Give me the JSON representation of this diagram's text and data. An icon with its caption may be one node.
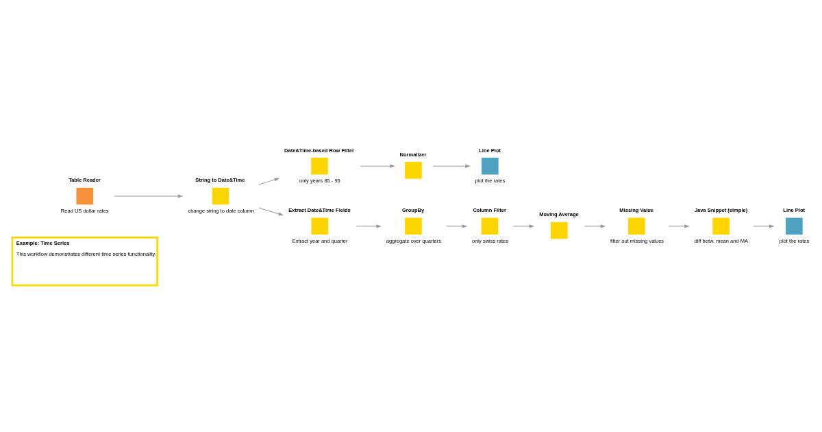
{
  "diagram": {
    "nodes": [
      {
        "text": [
          "Example: Time Series",
          "This workflow demonstrates different time series functionality."
        ]
      },
      {
        "text": [
          "Date&Time-based Row Filter"
        ],
        "beside": [
          "only years 85 - 95"
        ]
      },
      {
        "text": [
          "Normalizer"
        ]
      },
      {
        "text": [
          "Line Plot"
        ],
        "beside": [
          "plot the rates"
        ]
      },
      {
        "text": [
          "Table Reader"
        ],
        "beside": [
          "Read US dollar rates"
        ]
      },
      {
        "text": [
          "String to Date&Time"
        ],
        "beside": [
          "change string to date column"
        ]
      },
      {
        "text": [
          "Extract Date&Time Fields"
        ],
        "beside": [
          "Extract year and quarter"
        ]
      },
      {
        "text": [
          "GroupBy"
        ],
        "beside": [
          "aggregate over quarters"
        ]
      },
      {
        "text": [
          "Column Filter"
        ],
        "beside": [
          "only swiss rates"
        ]
      },
      {
        "text": [
          "Moving Average"
        ]
      },
      {
        "text": [
          "Missing Value"
        ],
        "beside": [
          "filter out missing values"
        ]
      },
      {
        "text": [
          "Java Snippet (simple)"
        ],
        "beside": [
          "diff betw. mean and MA"
        ]
      },
      {
        "text": [
          "Line Plot"
        ],
        "beside": [
          "plot the rates"
        ]
      }
    ],
    "edges": [
      {
        "from": 4,
        "to": 5,
        "arrow": "to"
      },
      {
        "from": 5,
        "to": 1,
        "arrow": "to"
      },
      {
        "from": 5,
        "to": 6,
        "arrow": "to"
      },
      {
        "from": 1,
        "to": 2,
        "arrow": "to"
      },
      {
        "from": 2,
        "to": 3,
        "arrow": "to"
      },
      {
        "from": 6,
        "to": 7,
        "arrow": "to"
      },
      {
        "from": 7,
        "to": 8,
        "arrow": "to"
      },
      {
        "from": 8,
        "to": 9,
        "arrow": "to"
      },
      {
        "from": 9,
        "to": 10,
        "arrow": "to"
      },
      {
        "from": 10,
        "to": 11,
        "arrow": "to"
      },
      {
        "from": 11,
        "to": 12,
        "arrow": "to"
      }
    ]
  }
}
